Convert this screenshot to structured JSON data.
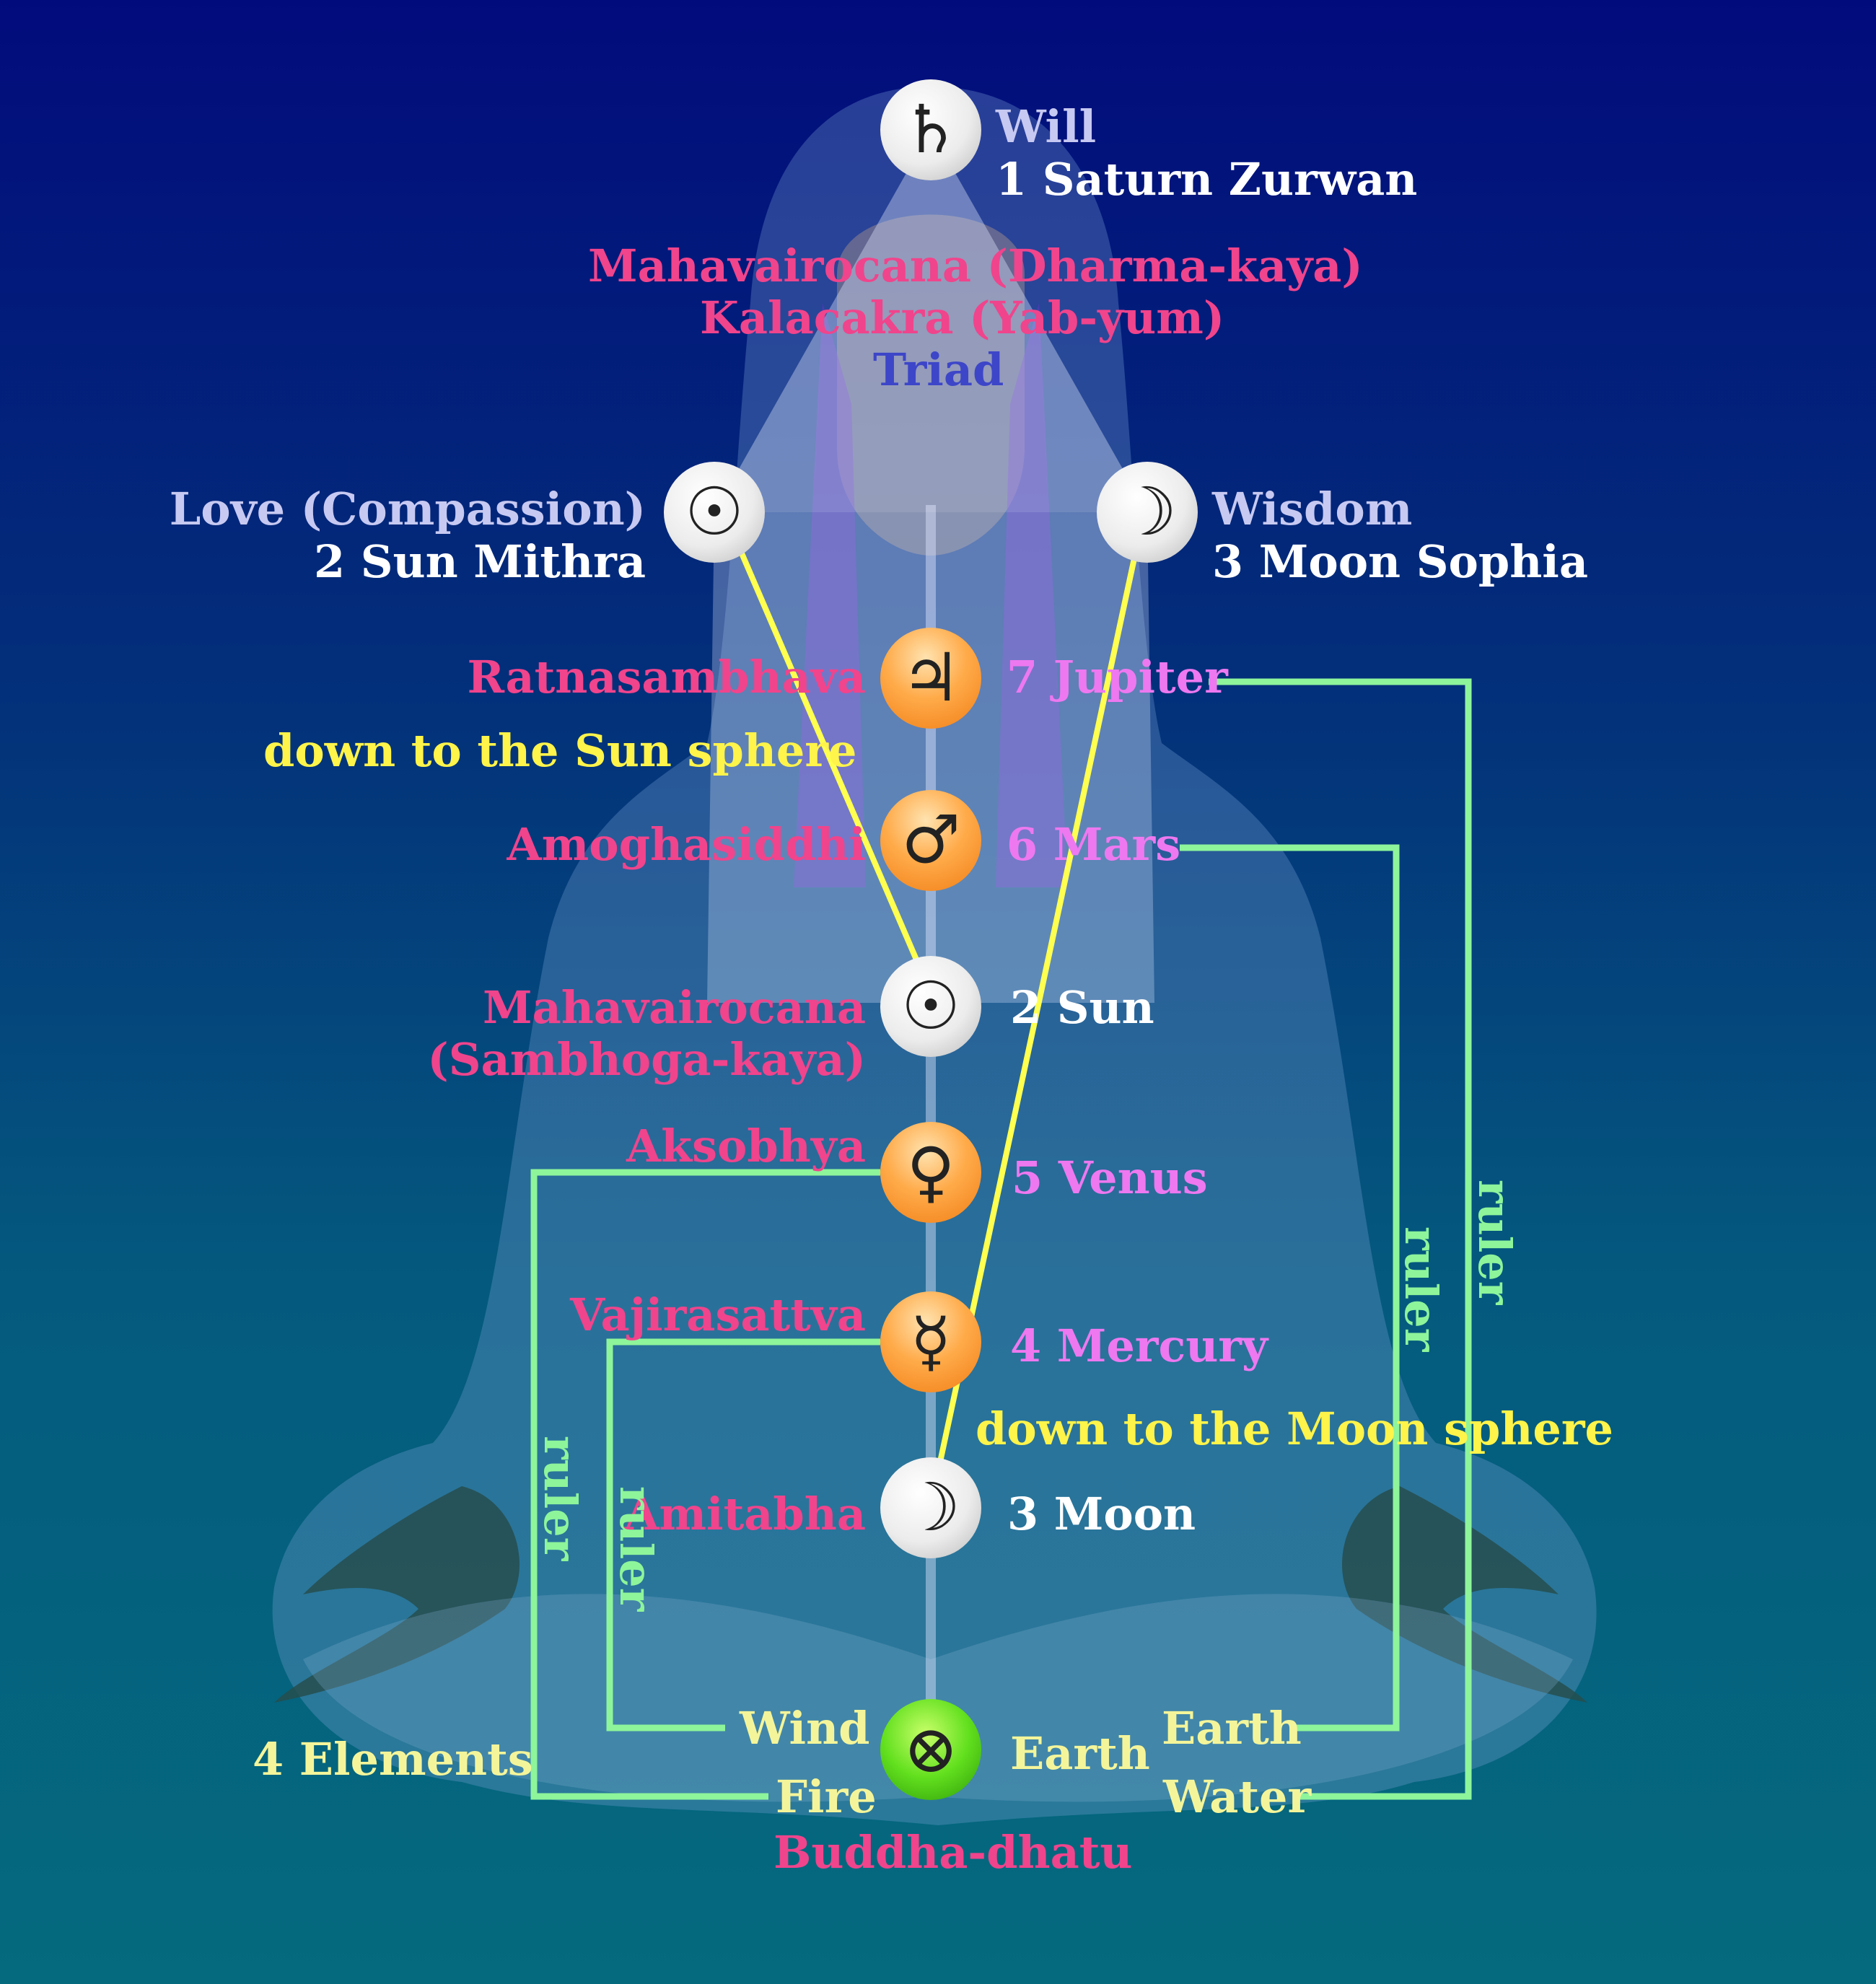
{
  "colors": {
    "background_top": "#020b7c",
    "background_bottom": "#056a7e",
    "pink_labels": "#f0448c",
    "planet_labels": "#ee78f0",
    "yellow_path": "#fff44a",
    "ruler_lines": "#8ef59a",
    "orb_orange": "#ffab4a",
    "orb_white": "#ececec",
    "orb_green": "#62e01e"
  },
  "orbs": {
    "saturn": {
      "glyph": "♄",
      "icon": "saturn-icon"
    },
    "sun_upper": {
      "glyph": "☉",
      "icon": "sun-icon"
    },
    "moon_upper": {
      "glyph": "☽",
      "icon": "moon-icon"
    },
    "jupiter": {
      "glyph": "♃",
      "icon": "jupiter-icon"
    },
    "mars": {
      "glyph": "♂",
      "icon": "mars-icon"
    },
    "sun_lower": {
      "glyph": "☉",
      "icon": "sun-icon"
    },
    "venus": {
      "glyph": "♀",
      "icon": "venus-icon"
    },
    "mercury": {
      "glyph": "☿",
      "icon": "mercury-icon"
    },
    "moon_lower": {
      "glyph": "☽",
      "icon": "moon-icon"
    },
    "earth": {
      "glyph": "⊗",
      "icon": "earth-cross-icon"
    }
  },
  "labels": {
    "will": "Will",
    "saturn_zurwan": "1 Saturn Zurwan",
    "mahavairocana_dharma": "Mahavairocana (Dharma-kaya)",
    "kalacakra": "Kalacakra (Yab-yum)",
    "triad": "Triad",
    "love": "Love (Compassion)",
    "sun_mithra": "2 Sun Mithra",
    "wisdom": "Wisdom",
    "moon_sophia": "3 Moon Sophia",
    "ratnasambhava": "Ratnasambhava",
    "jupiter": "7 Jupiter",
    "down_sun": "down to the Sun sphere",
    "amoghasiddhi": "Amoghasiddhi",
    "mars": "6 Mars",
    "mahavairocana_sambhoga_1": "Mahavairocana",
    "mahavairocana_sambhoga_2": "(Sambhoga-kaya)",
    "sun": "2 Sun",
    "aksobhya": "Aksobhya",
    "venus": "5 Venus",
    "vajirasattva": "Vajirasattva",
    "mercury": "4 Mercury",
    "down_moon": "down to the Moon sphere",
    "amitabha": "Amitabha",
    "moon": "3 Moon",
    "four_elements": "4 Elements",
    "wind": "Wind",
    "fire": "Fire",
    "earth_center": "Earth",
    "earth_right": "Earth",
    "water": "Water",
    "buddha_dhatu": "Buddha-dhatu",
    "ruler": "ruler"
  }
}
